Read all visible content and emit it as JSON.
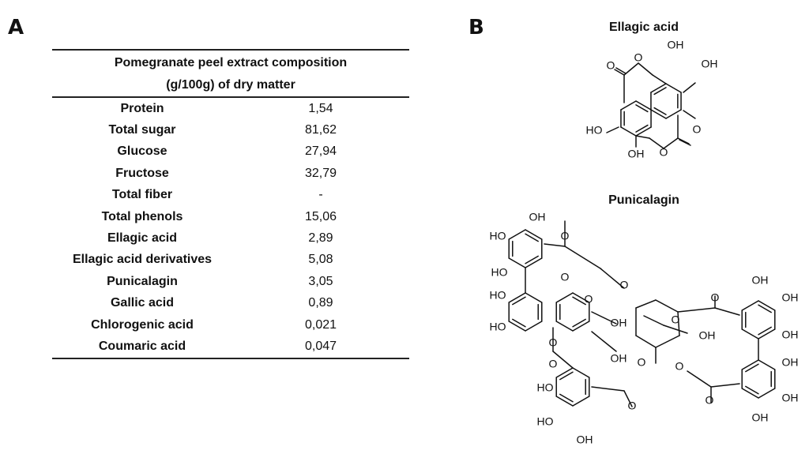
{
  "panels": {
    "a": "A",
    "b": "B"
  },
  "table": {
    "header_line1": "Pomegranate peel extract composition",
    "header_line2": "(g/100g) of dry matter",
    "rows": [
      {
        "name": "Protein",
        "value": "1,54"
      },
      {
        "name": "Total sugar",
        "value": "81,62"
      },
      {
        "name": "Glucose",
        "value": "27,94"
      },
      {
        "name": "Fructose",
        "value": "32,79"
      },
      {
        "name": "Total fiber",
        "value": "-"
      },
      {
        "name": "Total phenols",
        "value": "15,06"
      },
      {
        "name": "Ellagic acid",
        "value": "2,89"
      },
      {
        "name": "Ellagic acid derivatives",
        "value": "5,08"
      },
      {
        "name": "Punicalagin",
        "value": "3,05"
      },
      {
        "name": "Gallic acid",
        "value": "0,89"
      },
      {
        "name": "Chlorogenic acid",
        "value": "0,021"
      },
      {
        "name": "Coumaric acid",
        "value": "0,047"
      }
    ]
  },
  "structures": {
    "ellagic_title": "Ellagic acid",
    "punicalagin_title": "Punicalagin",
    "labels": {
      "oh": "OH",
      "ho": "HO",
      "o": "O"
    }
  }
}
